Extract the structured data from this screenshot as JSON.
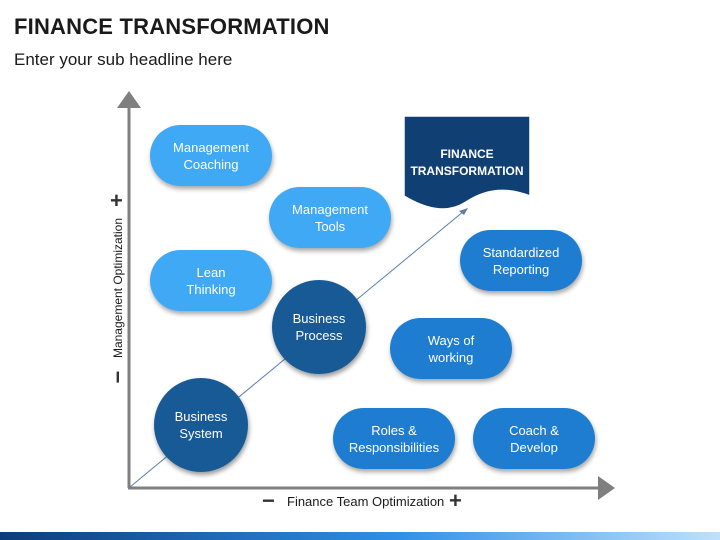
{
  "header": {
    "title": "FINANCE TRANSFORMATION",
    "subtitle": "Enter your sub headline here"
  },
  "axes": {
    "x_label": "Finance Team Optimization",
    "y_label": "Management Optimization",
    "minus_sign": "−",
    "plus_sign": "+"
  },
  "goal": {
    "label": "FINANCE\nTRANSFORMATION"
  },
  "items": {
    "management_coaching": "Management\nCoaching",
    "management_tools": "Management\nTools",
    "lean_thinking": "Lean\nThinking",
    "business_process": "Business\nProcess",
    "business_system": "Business\nSystem",
    "standardized_reporting": "Standardized\nReporting",
    "ways_of_working": "Ways of\nworking",
    "roles_responsibilities": "Roles &\nResponsibilities",
    "coach_develop": "Coach &\nDevelop"
  },
  "colors": {
    "light_blue": "#3fa9f5",
    "mid_blue": "#1f7dd1",
    "dark_blue": "#175a96",
    "navy": "#0f3f73",
    "axis_gray": "#7f7f7f"
  }
}
